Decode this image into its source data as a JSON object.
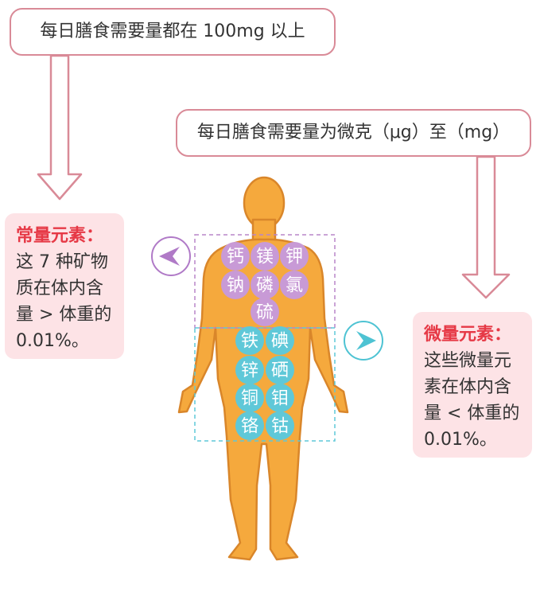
{
  "top_callout": "每日膳食需要量都在 100mg 以上",
  "mid_callout": "每日膳食需要量为微克（μg）至（mg）",
  "macro": {
    "title": "常量元素：",
    "body": "这 7 种矿物\n质在体内含\n量 > 体重的\n0.01%。",
    "elements": [
      "钙",
      "镁",
      "钾",
      "钠",
      "磷",
      "氯",
      "硫"
    ]
  },
  "trace": {
    "title": "微量元素：",
    "body": "这些微量元\n素在体内含\n量 < 体重的\n0.01%。",
    "elements": [
      "铁",
      "碘",
      "锌",
      "硒",
      "铜",
      "钼",
      "铬",
      "钴"
    ]
  },
  "colors": {
    "body": "#f5a93d",
    "body_outline": "#d9862a",
    "macro_circle": "#c89ad6",
    "trace_circle": "#5fc8d8",
    "callout_border": "#d98a97",
    "info_background": "#fde3e6",
    "title_red": "#e63946",
    "left_arrow": "#b07ac7",
    "right_arrow": "#4ec3d3"
  },
  "icons": {
    "left_arrow": "chevron-left-icon",
    "right_arrow": "chevron-right-icon"
  }
}
